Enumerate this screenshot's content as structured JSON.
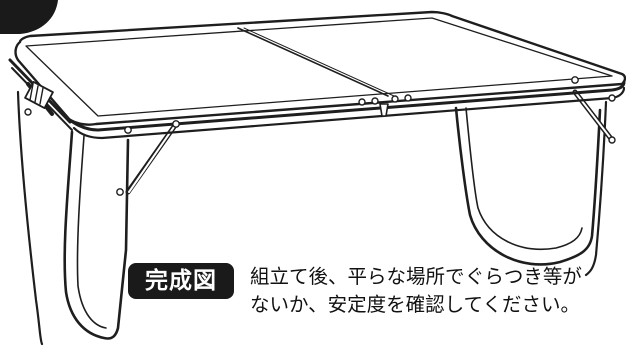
{
  "completed_badge": "完成図",
  "instruction": {
    "line1": "組立て後、平らな場所でぐらつき等が",
    "line2": "ないか、安定度を確認してください。"
  },
  "illustration_subject": "folding-table-icon"
}
